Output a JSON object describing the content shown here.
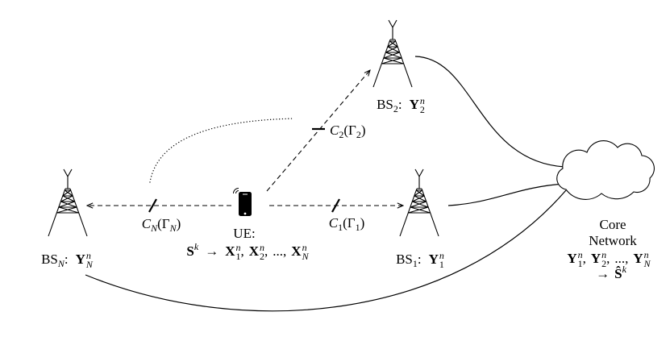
{
  "base_stations": {
    "bs2": {
      "name": "BS",
      "index": "2",
      "colon": ":",
      "signal": "Y",
      "signal_sub": "2",
      "signal_sup": "n"
    },
    "bs1": {
      "name": "BS",
      "index": "1",
      "colon": ":",
      "signal": "Y",
      "signal_sub": "1",
      "signal_sup": "n"
    },
    "bsN": {
      "name": "BS",
      "index": "N",
      "colon": ":",
      "signal": "Y",
      "signal_sub": "N",
      "signal_sup": "n"
    }
  },
  "ue": {
    "title": "UE:",
    "source": {
      "base": "S",
      "sup": "k"
    },
    "arrow": "→",
    "separator": ",",
    "ellipsis": "...",
    "codewords": [
      {
        "base": "X",
        "sub": "1",
        "sup": "n"
      },
      {
        "base": "X",
        "sub": "2",
        "sup": "n"
      },
      {
        "base": "X",
        "sub": "N",
        "sup": "n"
      }
    ]
  },
  "links": {
    "to_bsN": {
      "capacity": "C",
      "capacity_sub": "N",
      "open": "(",
      "cost": "Γ",
      "cost_sub": "N",
      "close": ")"
    },
    "to_bs1": {
      "capacity": "C",
      "capacity_sub": "1",
      "open": "(",
      "cost": "Γ",
      "cost_sub": "1",
      "close": ")"
    },
    "to_bs2": {
      "capacity": "C",
      "capacity_sub": "2",
      "open": "(",
      "cost": "Γ",
      "cost_sub": "2",
      "close": ")"
    }
  },
  "core_network": {
    "line1": "Core",
    "line2": "Network",
    "separator": ",",
    "ellipsis": "...",
    "received": [
      {
        "base": "Y",
        "sub": "1",
        "sup": "n"
      },
      {
        "base": "Y",
        "sub": "2",
        "sup": "n"
      },
      {
        "base": "Y",
        "sub": "N",
        "sup": "n"
      }
    ],
    "arrow": "→",
    "estimate": {
      "base": "Ŝ",
      "sup": "k"
    }
  },
  "icons": {
    "tower": "tower-icon",
    "phone": "phone-icon",
    "signal": "signal-waves-icon",
    "cloud": "cloud-icon"
  },
  "colors": {
    "ink": "#000000",
    "background": "#ffffff"
  }
}
